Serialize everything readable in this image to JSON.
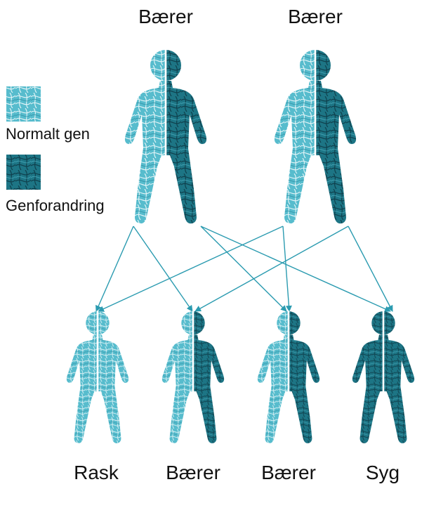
{
  "legend": {
    "normal_label": "Normalt gen",
    "mutation_label": "Genforandring"
  },
  "parents": [
    {
      "label": "Bærer",
      "left": "normal",
      "right": "mutation"
    },
    {
      "label": "Bærer",
      "left": "normal",
      "right": "mutation"
    }
  ],
  "children": [
    {
      "label": "Rask",
      "left": "normal",
      "right": "normal"
    },
    {
      "label": "Bærer",
      "left": "normal",
      "right": "mutation"
    },
    {
      "label": "Bærer",
      "left": "normal",
      "right": "mutation"
    },
    {
      "label": "Syg",
      "left": "mutation",
      "right": "mutation"
    }
  ],
  "colors": {
    "normal": "#4fb7c9",
    "mutation": "#1b6f7f",
    "arrow": "#2b9bb0",
    "divider": "#ffffff"
  }
}
